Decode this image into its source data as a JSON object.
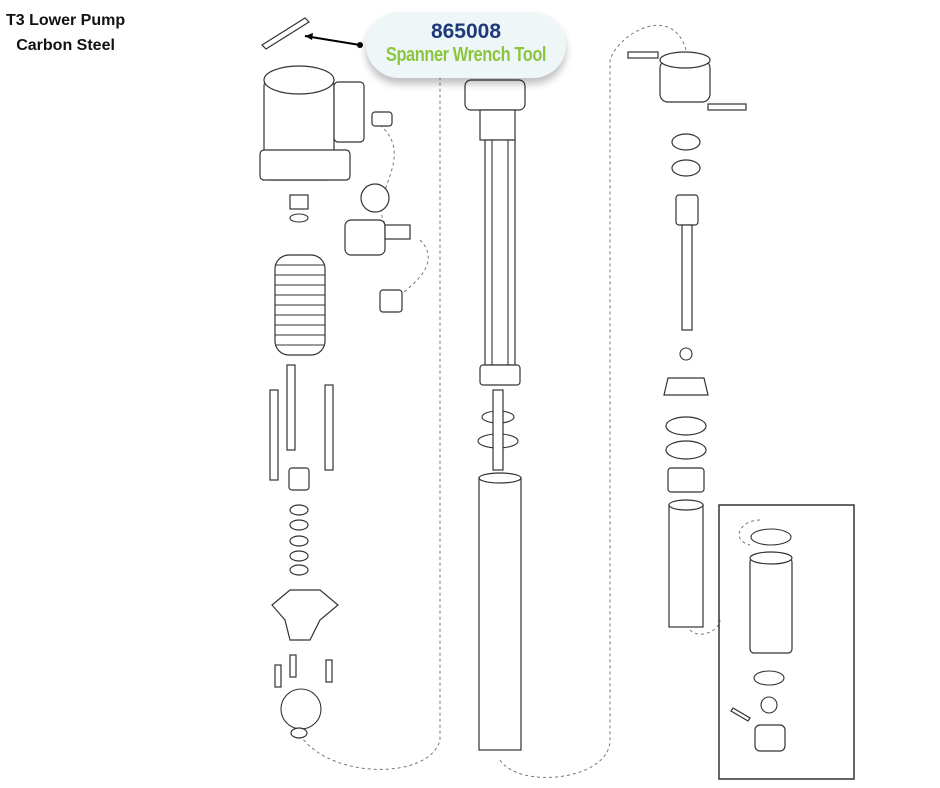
{
  "title": {
    "line1": "T3 Lower Pump",
    "line2": "Carbon Steel"
  },
  "callout": {
    "part_number": "865008",
    "description": "Spanner Wrench Tool"
  },
  "colors": {
    "part_number": "#1f3a7a",
    "description": "#8cc63f",
    "callout_bg": "#eef6f7"
  }
}
